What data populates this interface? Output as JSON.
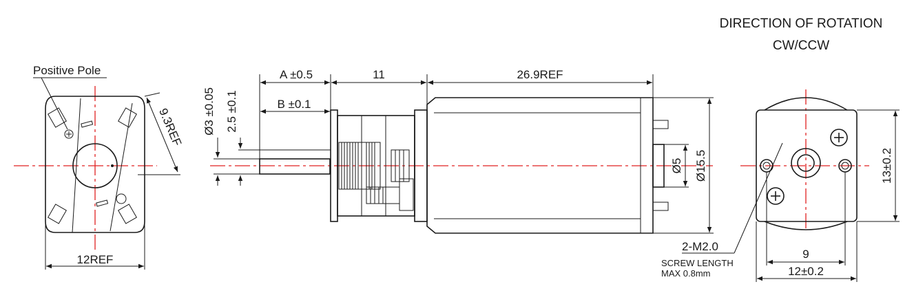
{
  "header": {
    "direction_title": "DIRECTION OF ROTATION",
    "direction_value": "CW/CCW"
  },
  "left_view": {
    "positive_pole": "Positive Pole",
    "dim_diag": "9.3REF",
    "dim_width": "12REF"
  },
  "side_view": {
    "dim_a": "A ±0.5",
    "dim_b": "B ±0.1",
    "dim_gear": "11",
    "dim_motor": "26.9REF",
    "dim_shaft_dia": "Ø3 ±0.05",
    "dim_flat": "2.5 ±0.1",
    "dim_boss": "Ø5",
    "dim_body": "Ø15.5"
  },
  "right_view": {
    "dim_height": "13±0.2",
    "screw_label": "2-M2.0",
    "screw_note_1": "SCREW  LENGTH",
    "screw_note_2": "MAX 0.8mm",
    "dim_holes": "9",
    "dim_width": "12±0.2"
  },
  "colors": {
    "line": "#1a1a1a",
    "centerline": "#e02020",
    "background": "#ffffff"
  }
}
